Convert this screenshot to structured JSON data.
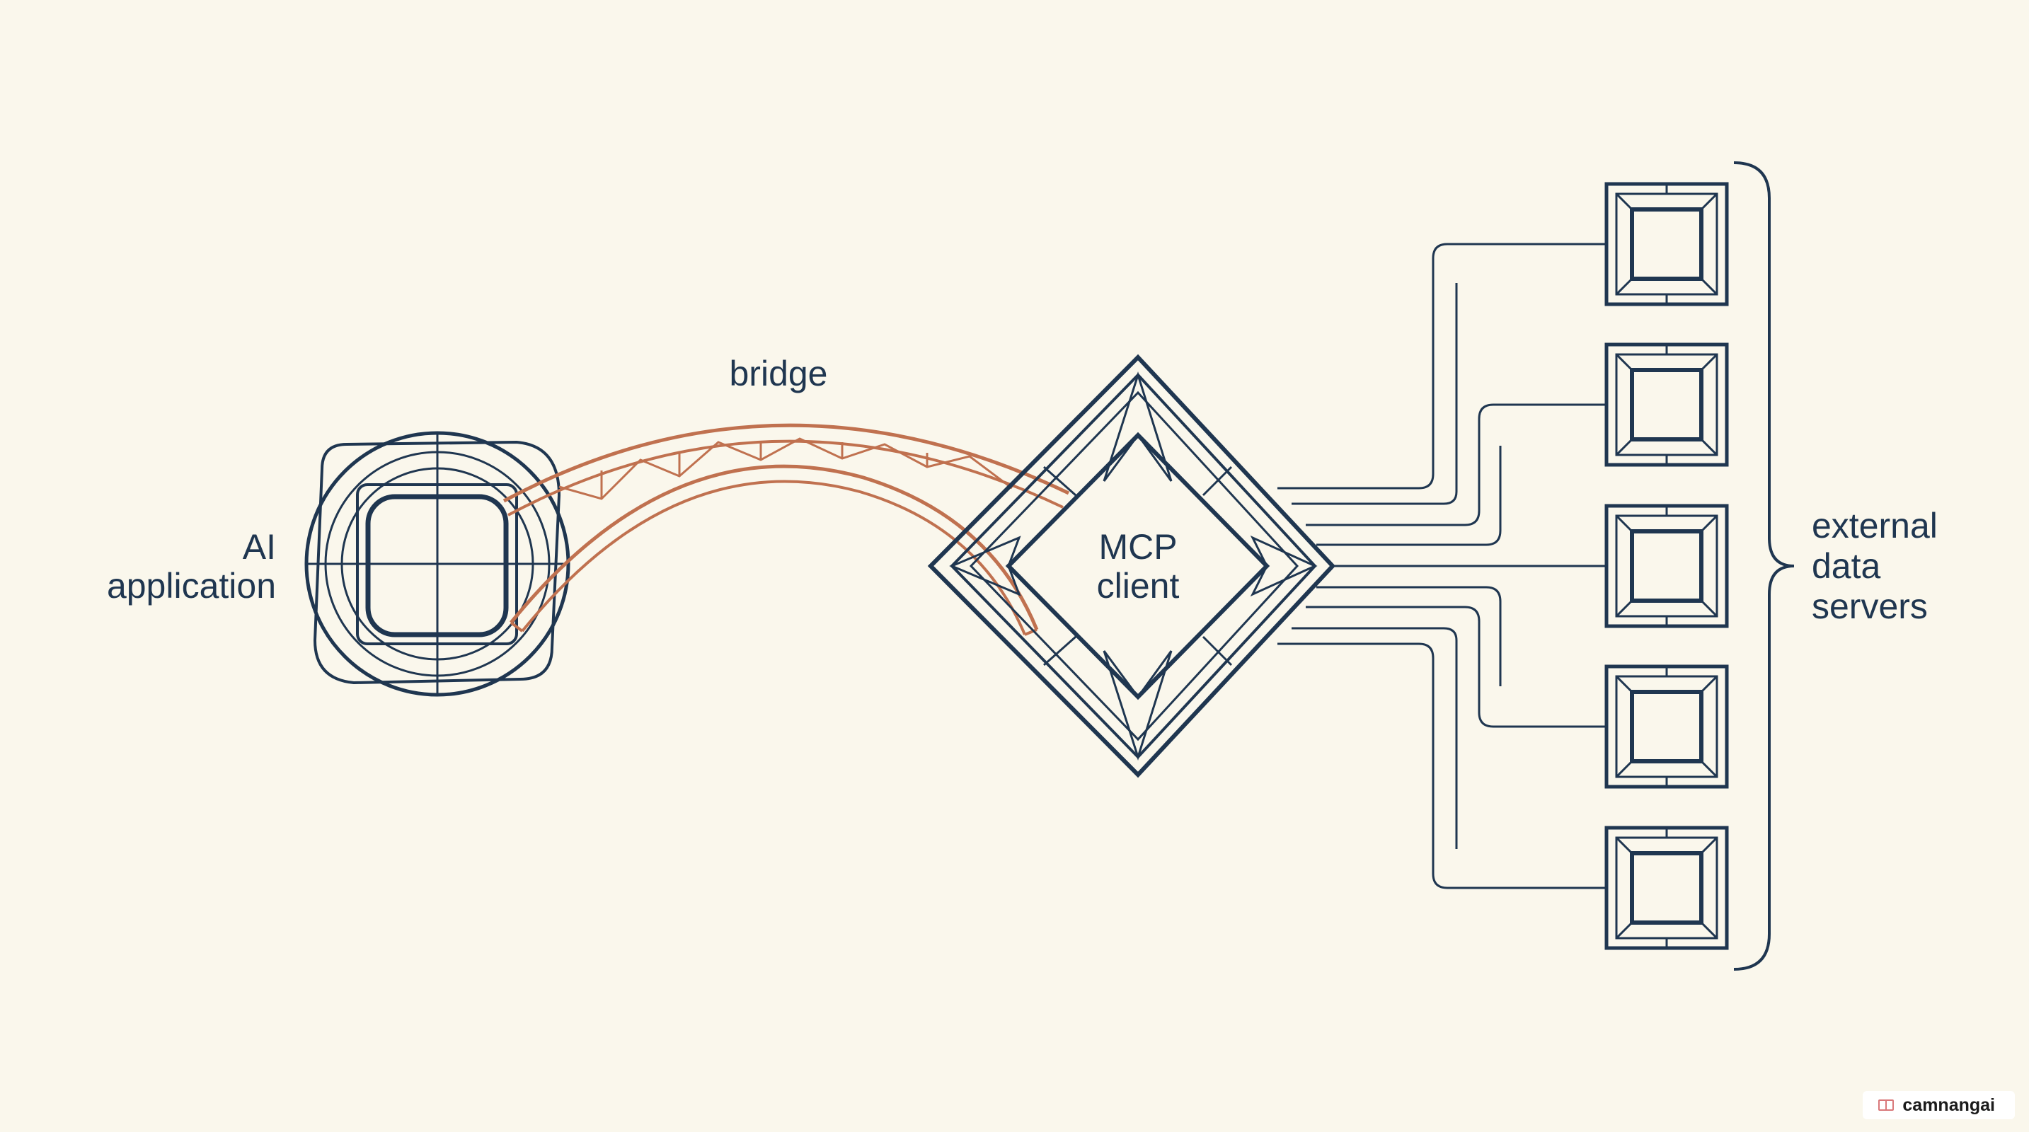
{
  "colors": {
    "background": "#faf7ec",
    "ink": "#1f3650",
    "bridge": "#c0714f"
  },
  "labels": {
    "ai_line1": "AI",
    "ai_line2": "application",
    "bridge": "bridge",
    "mcp_line1": "MCP",
    "mcp_line2": "client",
    "ext_line1": "external",
    "ext_line2": "data",
    "ext_line3": "servers"
  },
  "servers": [
    {
      "id": "server-1"
    },
    {
      "id": "server-2"
    },
    {
      "id": "server-3"
    },
    {
      "id": "server-4"
    },
    {
      "id": "server-5"
    }
  ],
  "watermark": {
    "text": "camnangai",
    "icon": "book-icon"
  }
}
